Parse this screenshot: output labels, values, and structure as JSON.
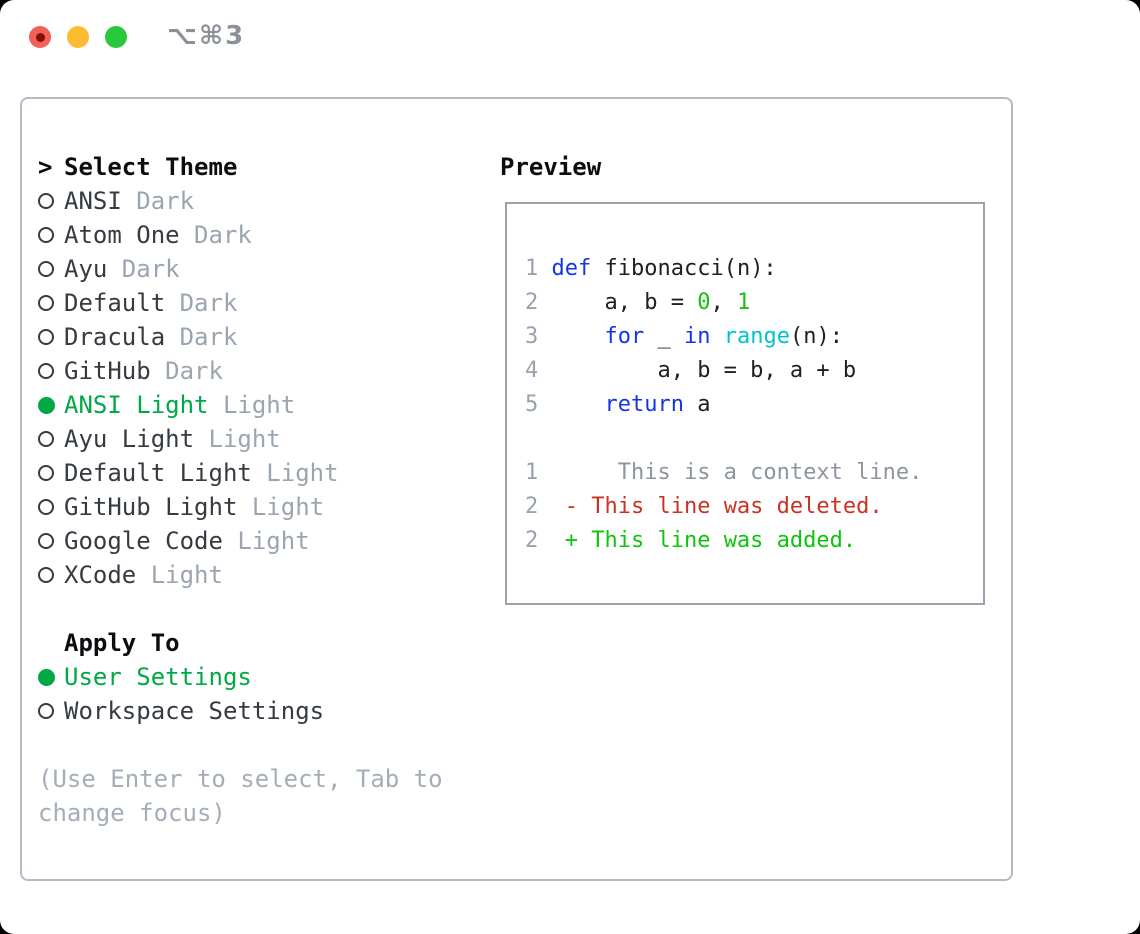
{
  "window": {
    "title": "⌥⌘3"
  },
  "colors": {
    "page_bg": "#000000",
    "window_bg": "#ffffff",
    "title": "#8b9198",
    "border_outer": "#b5bbc4",
    "border_preview": "#9aa2ac",
    "header_text": "#0b0d10",
    "item_text": "#363b42",
    "muted": "#9ba5b1",
    "accent": "#00a945",
    "help": "#a4adb8",
    "ln": "#98a2ad",
    "code_fg": "#1c1f23",
    "kw": "#1535e4",
    "fn": "#00c3ce",
    "num": "#16c016",
    "del": "#cb3223",
    "add": "#0ec50e",
    "ctx": "#8e959f",
    "tl_red": "#f45f58",
    "tl_red_dot": "#7f1205",
    "tl_yellow": "#fdbc2f",
    "tl_green": "#28c83c"
  },
  "theme_panel": {
    "prompt": ">",
    "header": "Select Theme",
    "themes": [
      {
        "name": "ANSI",
        "variant": "Dark",
        "selected": false
      },
      {
        "name": "Atom One",
        "variant": "Dark",
        "selected": false
      },
      {
        "name": "Ayu",
        "variant": "Dark",
        "selected": false
      },
      {
        "name": "Default",
        "variant": "Dark",
        "selected": false
      },
      {
        "name": "Dracula",
        "variant": "Dark",
        "selected": false
      },
      {
        "name": "GitHub",
        "variant": "Dark",
        "selected": false
      },
      {
        "name": "ANSI Light",
        "variant": "Light",
        "selected": true
      },
      {
        "name": "Ayu Light",
        "variant": "Light",
        "selected": false
      },
      {
        "name": "Default Light",
        "variant": "Light",
        "selected": false
      },
      {
        "name": "GitHub Light",
        "variant": "Light",
        "selected": false
      },
      {
        "name": "Google Code",
        "variant": "Light",
        "selected": false
      },
      {
        "name": "XCode",
        "variant": "Light",
        "selected": false
      }
    ],
    "apply_header": "Apply To",
    "apply_options": [
      {
        "name": "User Settings",
        "selected": true
      },
      {
        "name": "Workspace Settings",
        "selected": false
      }
    ],
    "help_lines": [
      "(Use Enter to select, Tab to",
      "change focus)"
    ]
  },
  "preview": {
    "header": "Preview",
    "code_lines": [
      {
        "num": "1",
        "tokens": [
          {
            "t": " ",
            "c": "fg"
          },
          {
            "t": "def",
            "c": "kw"
          },
          {
            "t": " fibonacci(n):",
            "c": "fg"
          }
        ]
      },
      {
        "num": "2",
        "tokens": [
          {
            "t": "     a, b = ",
            "c": "fg"
          },
          {
            "t": "0",
            "c": "num"
          },
          {
            "t": ", ",
            "c": "fg"
          },
          {
            "t": "1",
            "c": "num"
          }
        ]
      },
      {
        "num": "3",
        "tokens": [
          {
            "t": "     ",
            "c": "fg"
          },
          {
            "t": "for",
            "c": "kw"
          },
          {
            "t": " _ ",
            "c": "fg"
          },
          {
            "t": "in",
            "c": "kw"
          },
          {
            "t": " ",
            "c": "fg"
          },
          {
            "t": "range",
            "c": "fn"
          },
          {
            "t": "(n):",
            "c": "fg"
          }
        ]
      },
      {
        "num": "4",
        "tokens": [
          {
            "t": "         a, b = b, a + b",
            "c": "fg"
          }
        ]
      },
      {
        "num": "5",
        "tokens": [
          {
            "t": "     ",
            "c": "fg"
          },
          {
            "t": "return",
            "c": "kw"
          },
          {
            "t": " a",
            "c": "fg"
          }
        ]
      }
    ],
    "diff_lines": [
      {
        "num": "1",
        "tokens": [
          {
            "t": "      This is a context line.",
            "c": "ctx"
          }
        ]
      },
      {
        "num": "2",
        "tokens": [
          {
            "t": "  ",
            "c": "fg"
          },
          {
            "t": "- This line was deleted.",
            "c": "del"
          }
        ]
      },
      {
        "num": "2",
        "tokens": [
          {
            "t": "  ",
            "c": "fg"
          },
          {
            "t": "+ This line was added.",
            "c": "add"
          }
        ]
      }
    ]
  }
}
